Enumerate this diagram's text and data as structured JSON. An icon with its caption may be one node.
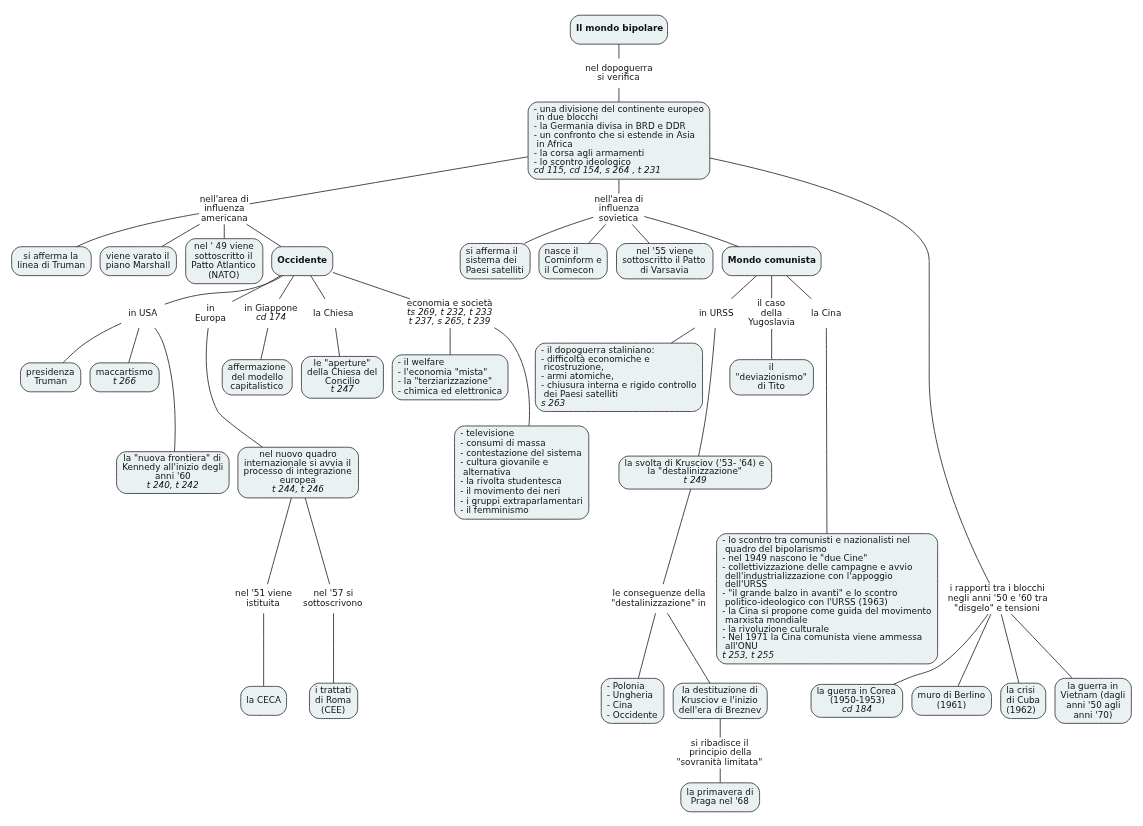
{
  "diagram": {
    "nodes": [
      {
        "text": [
          "Il mondo bipolare"
        ]
      },
      {
        "text": [
          "nel dopoguerra si verifica"
        ]
      },
      {
        "text": [
          "- una divisione del continente europeo in due blocchi",
          "- la Germania divisa in BRD e DDR",
          "- un confronto che si estende in Asia in Africa",
          "- la corsa agli armamenti",
          "- lo scontro ideologico",
          "cd 115, cd 154, s 264 , t 231"
        ]
      },
      {
        "text": [
          "si afferma la linea di Truman"
        ]
      },
      {
        "text": [
          "viene varato il piano Marshall"
        ]
      },
      {
        "text": [
          "nel ' 49 viene sottoscritto il Patto Atlantico (NATO)"
        ]
      },
      {
        "text": [
          "nell'area di influenza americana"
        ]
      },
      {
        "text": [
          "si afferma il sistema dei Paesi satelliti"
        ]
      },
      {
        "text": [
          "nasce il Cominform e il Comecon"
        ]
      },
      {
        "text": [
          "nel '55 viene sottoscritto il Patto di Varsavia"
        ]
      },
      {
        "text": [
          "nell'area di influenza sovietica"
        ]
      },
      {
        "text": [
          "Occidente"
        ]
      },
      {
        "text": [
          "Mondo comunista"
        ]
      },
      {
        "text": [
          "presidenza Truman"
        ]
      },
      {
        "text": [
          "maccartismo",
          "t 266"
        ]
      },
      {
        "text": [
          "in USA"
        ]
      },
      {
        "text": [
          "in Europa"
        ]
      },
      {
        "text": [
          "in Giappone",
          "cd 174"
        ]
      },
      {
        "text": [
          "la Chiesa"
        ]
      },
      {
        "text": [
          "economia e società",
          "ts 269, t 232, t 233 t 237, s 265, t 239"
        ]
      },
      {
        "text": [
          "in URSS"
        ]
      },
      {
        "text": [
          "il caso della Yugoslavia"
        ]
      },
      {
        "text": [
          "la Cina"
        ]
      },
      {
        "text": [
          "il \"deviazionismo\" di Tito"
        ]
      },
      {
        "text": [
          "la \"nuova frontiera\" di Kennedy all'inizio degli anni '60",
          "t 240, t 242"
        ]
      },
      {
        "text": [
          "le \"aperture\" della Chiesa del Concilio",
          "t 247"
        ]
      },
      {
        "text": [
          "affermazione del modello capitalistico"
        ]
      },
      {
        "text": [
          "- il welfare",
          "- l'economia \"mista\"",
          "- la \"terziarizzazione\"",
          "- chimica ed elettronica"
        ]
      },
      {
        "text": [
          "- il dopoguerra staliniano:",
          "- difficoltà economiche e ricostruzione,",
          "- armi atomiche,",
          "- chiusura interna e rigido controllo dei Paesi satelliti",
          "s 263"
        ]
      },
      {
        "text": [
          "nel nuovo quadro internazionale si avvia il processo di integrazione europea",
          "t 244, t 246"
        ]
      },
      {
        "text": [
          "- televisione",
          "- consumi di massa",
          "- contestazione del sistema",
          "- cultura giovanile e alternativa",
          "- la rivolta studentesca",
          "- il movimento dei neri",
          "- i gruppi extraparlamentari",
          "- il femminismo"
        ]
      },
      {
        "text": [
          "- lo scontro tra comunisti e nazionalisti nel quadro del bipolarismo",
          "- nel 1949 nascono le \"due Cine\"",
          "- collettivizzazione delle campagne e avvio dell'industrializzazione con l'appoggio dell'URSS",
          "- \"il grande balzo in avanti\" e lo scontro politico-ideologico con l'URSS (1963)",
          "- la Cina si propone come guida del movimento marxista mondiale",
          "- la rivoluzione culturale",
          "- Nel 1971 la Cina comunista viene ammessa all'ONU",
          "t 253, t 255"
        ]
      },
      {
        "text": [
          "la svolta di Krusciov ('53- '64) e la \"destalinizzazione\"",
          "t 249"
        ]
      },
      {
        "text": [
          "nel '51 viene istituita"
        ]
      },
      {
        "text": [
          "nel '57 si sottoscrivono"
        ]
      },
      {
        "text": [
          "le conseguenze della \"destalinizzazione\" in"
        ]
      },
      {
        "text": [
          "la CECA"
        ]
      },
      {
        "text": [
          "i trattati di Roma (CEE)"
        ]
      },
      {
        "text": [
          "i rapporti tra i blocchi negli anni '50 e '60 tra \"disgelo\" e tensioni"
        ]
      },
      {
        "text": [
          "- Polonia",
          "- Ungheria",
          "- Cina",
          "- Occidente"
        ]
      },
      {
        "text": [
          "la destituzione di Krusciov e l'inizio dell'era di Breznev"
        ]
      },
      {
        "text": [
          "la guerra in Corea (1950-1953)",
          "cd 184"
        ]
      },
      {
        "text": [
          "si ribadisce il principio della \"sovranità limitata\""
        ]
      },
      {
        "text": [
          "muro di Berlino (1961)"
        ]
      },
      {
        "text": [
          "la crisi di Cuba (1962)"
        ]
      },
      {
        "text": [
          "la guerra in Vietnam (dagli anni '50 agli anni '70)"
        ]
      },
      {
        "text": [
          "la primavera di Praga nel '68"
        ]
      }
    ],
    "edges": [
      {
        "from": 0,
        "to": 1,
        "arrow": "none"
      },
      {
        "from": 1,
        "to": 2,
        "arrow": "none"
      },
      {
        "from": 2,
        "to": 6,
        "arrow": "none"
      },
      {
        "from": 6,
        "to": 3,
        "arrow": "none"
      },
      {
        "from": 6,
        "to": 4,
        "arrow": "none"
      },
      {
        "from": 6,
        "to": 5,
        "arrow": "none"
      },
      {
        "from": 6,
        "to": 11,
        "arrow": "none"
      },
      {
        "from": 2,
        "to": 10,
        "arrow": "none"
      },
      {
        "from": 10,
        "to": 7,
        "arrow": "none"
      },
      {
        "from": 10,
        "to": 8,
        "arrow": "none"
      },
      {
        "from": 10,
        "to": 9,
        "arrow": "none"
      },
      {
        "from": 10,
        "to": 12,
        "arrow": "none"
      },
      {
        "from": 2,
        "to": 38,
        "arrow": "none"
      },
      {
        "from": 38,
        "to": 41,
        "arrow": "none"
      },
      {
        "from": 38,
        "to": 43,
        "arrow": "none"
      },
      {
        "from": 38,
        "to": 44,
        "arrow": "none"
      },
      {
        "from": 38,
        "to": 45,
        "arrow": "none"
      },
      {
        "from": 11,
        "to": 15,
        "arrow": "none"
      },
      {
        "from": 11,
        "to": 16,
        "arrow": "none"
      },
      {
        "from": 11,
        "to": 17,
        "arrow": "none"
      },
      {
        "from": 11,
        "to": 18,
        "arrow": "none"
      },
      {
        "from": 11,
        "to": 19,
        "arrow": "none"
      },
      {
        "from": 15,
        "to": 13,
        "arrow": "none"
      },
      {
        "from": 15,
        "to": 14,
        "arrow": "none"
      },
      {
        "from": 15,
        "to": 24,
        "arrow": "none"
      },
      {
        "from": 16,
        "to": 29,
        "arrow": "none"
      },
      {
        "from": 17,
        "to": 26,
        "arrow": "none"
      },
      {
        "from": 18,
        "to": 25,
        "arrow": "none"
      },
      {
        "from": 19,
        "to": 27,
        "arrow": "none"
      },
      {
        "from": 19,
        "to": 30,
        "arrow": "none"
      },
      {
        "from": 20,
        "to": 28,
        "arrow": "none"
      },
      {
        "from": 20,
        "to": 32,
        "arrow": "none"
      },
      {
        "from": 12,
        "to": 20,
        "arrow": "none"
      },
      {
        "from": 12,
        "to": 21,
        "arrow": "none"
      },
      {
        "from": 12,
        "to": 22,
        "arrow": "none"
      },
      {
        "from": 21,
        "to": 23,
        "arrow": "none"
      },
      {
        "from": 22,
        "to": 31,
        "arrow": "none"
      },
      {
        "from": 32,
        "to": 35,
        "arrow": "none"
      },
      {
        "from": 35,
        "to": 39,
        "arrow": "none"
      },
      {
        "from": 35,
        "to": 40,
        "arrow": "none"
      },
      {
        "from": 40,
        "to": 42,
        "arrow": "none"
      },
      {
        "from": 42,
        "to": 46,
        "arrow": "none"
      },
      {
        "from": 29,
        "to": 33,
        "arrow": "none"
      },
      {
        "from": 29,
        "to": 34,
        "arrow": "none"
      },
      {
        "from": 33,
        "to": 36,
        "arrow": "none"
      },
      {
        "from": 34,
        "to": 37,
        "arrow": "none"
      }
    ]
  }
}
